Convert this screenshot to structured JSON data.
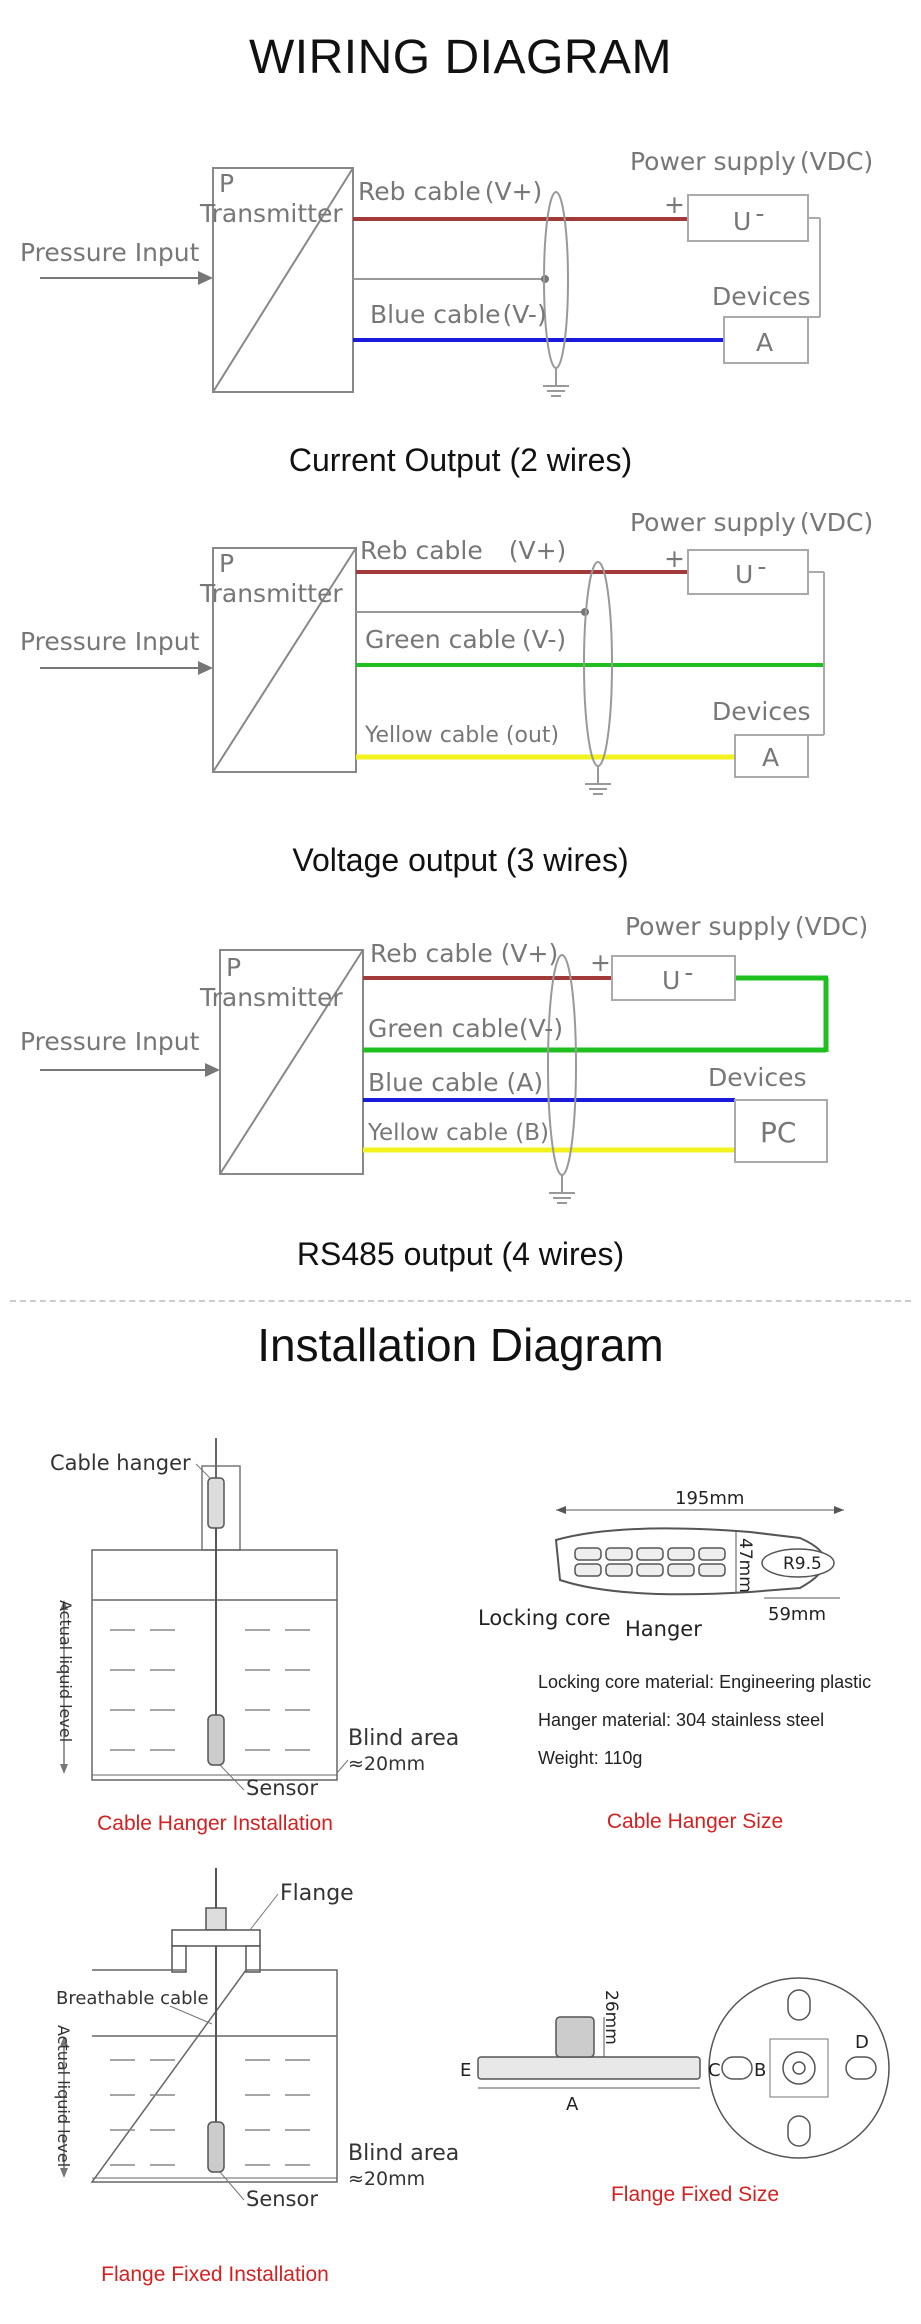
{
  "wiring": {
    "title": "WIRING DIAGRAM",
    "common": {
      "pressure_input": "Pressure Input",
      "p": "P",
      "transmitter": "Transmitter",
      "power_supply": "Power supply",
      "vdc": "(VDC)",
      "u": "U",
      "plus": "+",
      "devices": "Devices"
    },
    "d1": {
      "caption": "Current Output (2 wires)",
      "red_cable": "Reb cable",
      "red_cable_v": "(V+)",
      "blue_cable": "Blue cable",
      "blue_cable_v": "(V-)",
      "device": "A"
    },
    "d2": {
      "caption": "Voltage output (3 wires)",
      "red_cable": "Reb cable",
      "red_cable_v": "(V+)",
      "green_cable": "Green cable",
      "green_cable_v": "(V-)",
      "yellow_cable": "Yellow cable (out)",
      "device": "A"
    },
    "d3": {
      "caption": "RS485 output (4 wires)",
      "red_cable": "Reb cable (V+)",
      "green_cable": "Green cable(V-)",
      "blue_cable": "Blue cable (A)",
      "yellow_cable": "Yellow cable (B)",
      "device": "PC"
    },
    "colors": {
      "red": "#a23a3a",
      "blue": "#1a1adb",
      "green": "#1fbf1f",
      "yellow": "#f2f21e"
    }
  },
  "install": {
    "title": "Installation Diagram",
    "hanger": {
      "cable_hanger": "Cable hanger",
      "actual_liquid_level": "Actual liquid level",
      "blind_area": "Blind area",
      "blind_value": "≈20mm",
      "sensor": "Sensor",
      "caption": "Cable Hanger Installation"
    },
    "hanger_size": {
      "dim_195": "195mm",
      "dim_47": "47mm",
      "r95": "R9.5",
      "dim_59": "59mm",
      "locking_core": "Locking core",
      "hanger": "Hanger",
      "spec1": "Locking core material: Engineering plastic",
      "spec2": "Hanger material: 304 stainless steel",
      "spec3": "Weight: 110g",
      "caption": "Cable Hanger Size"
    },
    "flange": {
      "flange": "Flange",
      "breathable_cable": "Breathable cable",
      "actual_liquid_level": "Actual liquid level",
      "blind_area": "Blind area",
      "blind_value": "≈20mm",
      "sensor": "Sensor",
      "caption": "Flange Fixed Installation"
    },
    "flange_size": {
      "dim_26": "26mm",
      "e": "E",
      "a": "A",
      "c": "C",
      "b": "B",
      "d": "D",
      "caption": "Flange Fixed Size"
    }
  }
}
